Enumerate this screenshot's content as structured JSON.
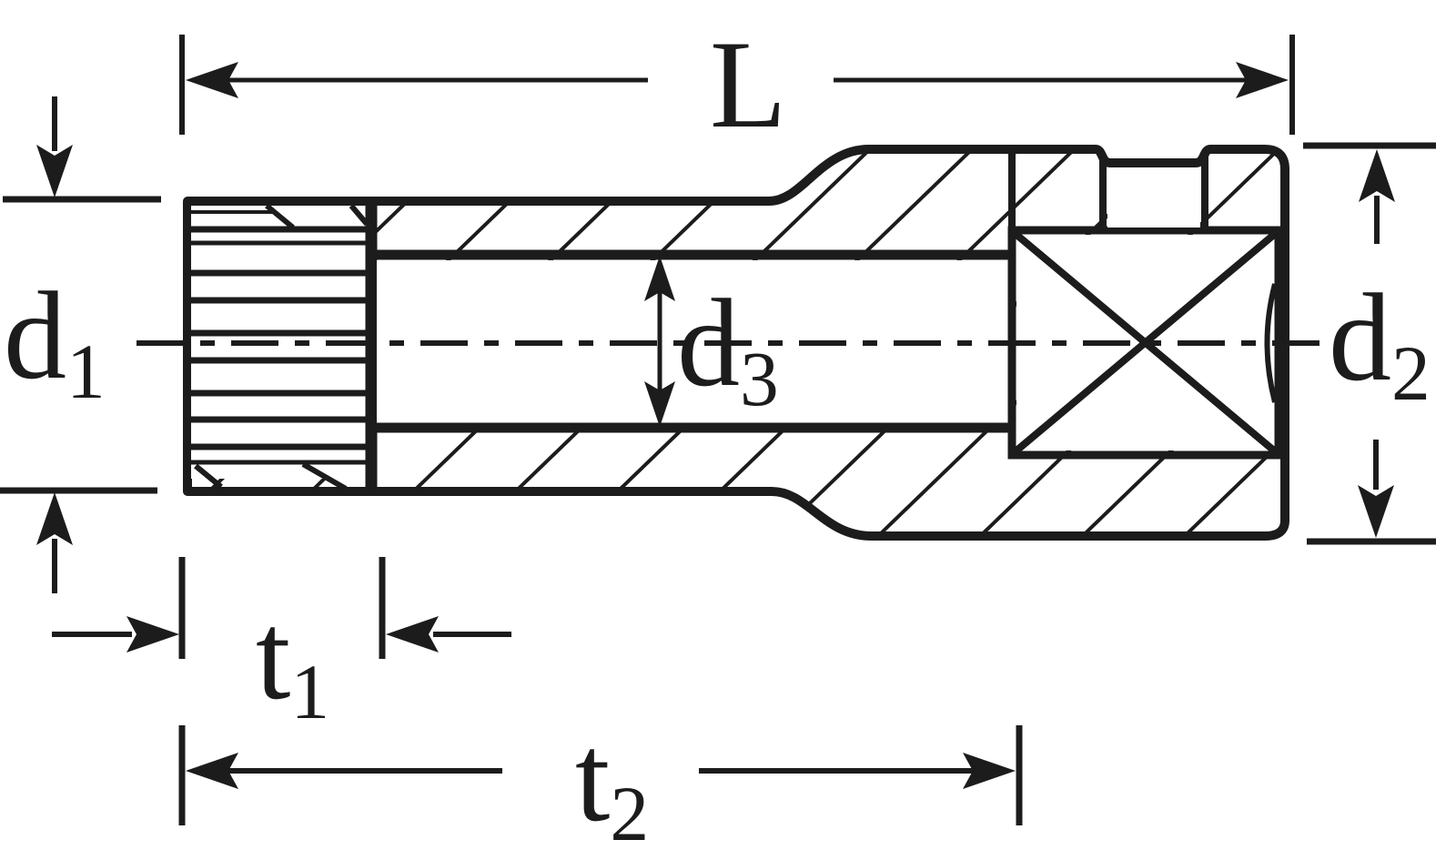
{
  "figure": {
    "kind": "technical-drawing",
    "subject": "socket cross-section with spline end, bore and square drive cavity",
    "ink_color": "#1c1c1c",
    "background_color": "#ffffff",
    "labels": {
      "L": {
        "main": "L",
        "sub": ""
      },
      "d1": {
        "main": "d",
        "sub": "1"
      },
      "d2": {
        "main": "d",
        "sub": "2"
      },
      "d3": {
        "main": "d",
        "sub": "3"
      },
      "t1": {
        "main": "t",
        "sub": "1"
      },
      "t2": {
        "main": "t",
        "sub": "2"
      }
    }
  }
}
